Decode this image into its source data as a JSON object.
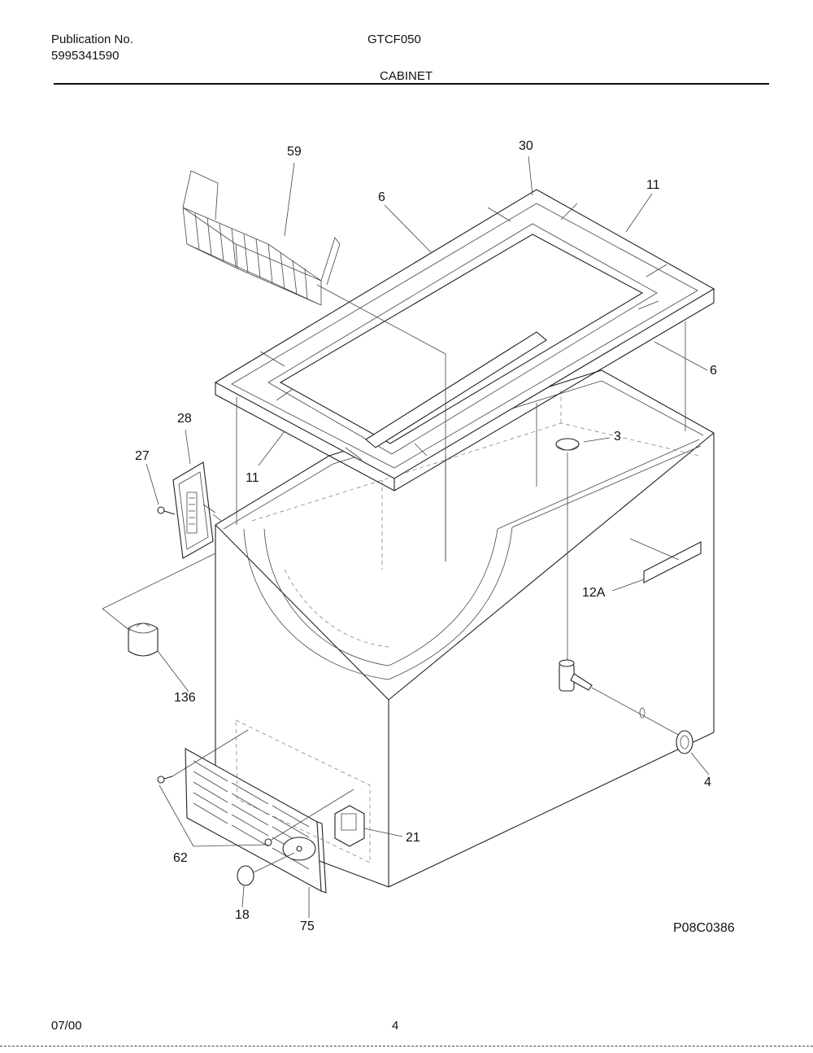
{
  "header": {
    "publication_label": "Publication No.",
    "publication_number": "5995341590",
    "model": "GTCF050",
    "section": "CABINET"
  },
  "callouts": {
    "c59": "59",
    "c30": "30",
    "c6_top": "6",
    "c11_top": "11",
    "c6_right": "6",
    "c28": "28",
    "c27": "27",
    "c11_left": "11",
    "c3": "3",
    "c12a": "12A",
    "c136": "136",
    "c4": "4",
    "c21": "21",
    "c62": "62",
    "c18": "18",
    "c75": "75"
  },
  "diagram_code": "P08C0386",
  "footer": {
    "date": "07/00",
    "page": "4"
  }
}
